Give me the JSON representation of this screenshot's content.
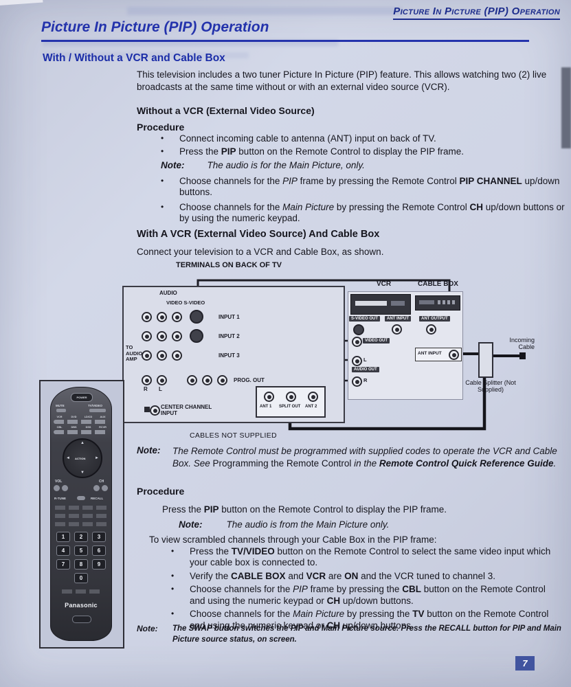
{
  "header": {
    "running_title": "Picture In Picture (PIP) Operation"
  },
  "title": "Picture In Picture (PIP) Operation",
  "section_heading": "With / Without a VCR and Cable Box",
  "intro": "This television includes a two tuner Picture In Picture (PIP) feature.  This allows watching two (2) live broadcasts at the same time without or with an external video source (VCR).",
  "without_vcr": {
    "heading": "Without a VCR (External Video Source)",
    "procedure_label": "Procedure",
    "bullet1": "Connect incoming cable to antenna (ANT) input on back of TV.",
    "bullet2_pre": "Press the ",
    "bullet2_bold": "PIP",
    "bullet2_post": " button on the Remote Control to display the PIP frame.",
    "note_label": "Note:",
    "note_text": "The audio is for the Main Picture, only.",
    "bullet3_pre": "Choose channels for the ",
    "bullet3_em": "PIP",
    "bullet3_mid": " frame by pressing the Remote Control ",
    "bullet3_bold": "PIP CHANNEL",
    "bullet3_post": " up/down buttons.",
    "bullet4_pre": "Choose channels for the ",
    "bullet4_em": "Main Picture",
    "bullet4_mid": " by pressing the Remote Control ",
    "bullet4_bold": "CH",
    "bullet4_post": " up/down buttons or by using the numeric keypad."
  },
  "with_vcr": {
    "heading": "With A VCR (External Video Source) And Cable Box",
    "lead": "Connect your television to a VCR and Cable Box, as shown.",
    "terminals_label": "TERMINALS ON BACK OF TV"
  },
  "diagram": {
    "audio": "AUDIO",
    "video_svideo": "VIDEO  S-VIDEO",
    "input1": "INPUT 1",
    "input2": "INPUT 2",
    "input3": "INPUT 3",
    "to_audio_amp": "TO AUDIO AMP",
    "r": "R",
    "l": "L",
    "prog_out": "PROG. OUT",
    "center_channel_input": "CENTER CHANNEL INPUT",
    "ant1": "ANT 1",
    "split_out": "SPLIT OUT",
    "ant2": "ANT 2",
    "cables_not_supplied": "CABLES NOT SUPPLIED",
    "vcr": "VCR",
    "cable_box": "CABLE BOX",
    "s_video_out": "S-VIDEO OUT",
    "ant_input": "ANT INPUT",
    "ant_output": "ANT OUTPUT",
    "video_out": "VIDEO OUT",
    "audio_out": "AUDIO OUT",
    "out_l": "L",
    "out_r": "R",
    "ant_input2": "ANT INPUT",
    "incoming_cable": "Incoming Cable",
    "cable_splitter": "Cable Splitter (Not Supplied)"
  },
  "remote": {
    "brand": "Panasonic",
    "power": "POWER",
    "mute": "MUTE",
    "tv_video": "TV/VIDEO",
    "devices_row1": [
      "VCR",
      "DVD",
      "LD/CD",
      "AUX"
    ],
    "devices_row2": [
      "CBL",
      "DBS",
      "DSS",
      "RCVR"
    ],
    "action": "ACTION",
    "vol": "VOL",
    "ch": "CH",
    "r_tune": "R-TUNE",
    "recall": "RECALL",
    "digits": [
      "1",
      "2",
      "3",
      "4",
      "5",
      "6",
      "7",
      "8",
      "9",
      "0"
    ]
  },
  "vcr_note": {
    "label": "Note:",
    "t1": "The Remote Control must be programmed with supplied codes to operate the VCR and Cable Box.  See ",
    "t2": "Programming the Remote Control",
    "t3": " in the ",
    "t4": "Remote Control Quick Reference Guide",
    "t5": "."
  },
  "procedure2": {
    "label": "Procedure",
    "line1_pre": "Press the ",
    "line1_bold": "PIP",
    "line1_post": " button on the Remote Control to display the PIP frame.",
    "note_label": "Note:",
    "note_text": "The audio is from the Main Picture only.",
    "scrambled_intro": "To view scrambled channels through your Cable Box in the PIP frame:",
    "b1_pre": "Press the ",
    "b1_bold": "TV/VIDEO",
    "b1_post": " button on the Remote Control to select the same video input which your cable box is connected to.",
    "b2_pre": "Verify the ",
    "b2_bold1": "CABLE BOX",
    "b2_mid1": " and ",
    "b2_bold2": "VCR",
    "b2_mid2": " are ",
    "b2_bold3": "ON",
    "b2_post": " and the VCR tuned to channel 3.",
    "b3_pre": "Choose channels for the ",
    "b3_em": "PIP",
    "b3_mid1": " frame by pressing the ",
    "b3_bold1": "CBL",
    "b3_mid2": " button on the Remote Control and using the numeric keypad or ",
    "b3_bold2": "CH",
    "b3_post": " up/down buttons.",
    "b4_pre": "Choose channels for the ",
    "b4_em": "Main Picture",
    "b4_mid1": " by pressing the ",
    "b4_bold1": "TV",
    "b4_mid2": " button on the Remote Control and using the numeric keypad or ",
    "b4_bold2": "CH",
    "b4_post": " up/down buttons."
  },
  "swap_note": {
    "label": "Note:",
    "t1": "The ",
    "t2": "SWAP",
    "t3": " button switches the PIP and Main Picture source.  Press the ",
    "t4": "RECALL",
    "t5": "  button for PIP and Main Picture source status, on screen."
  },
  "page_number": "7"
}
